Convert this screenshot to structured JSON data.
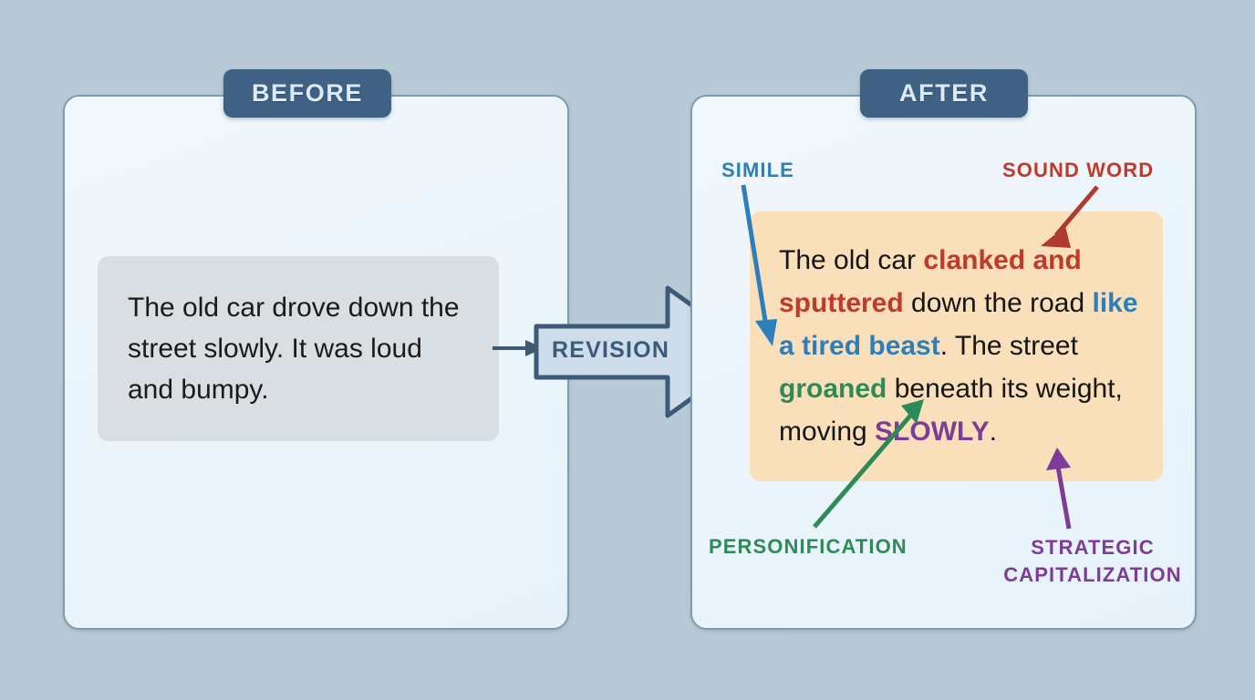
{
  "background_color": "#b9cad7",
  "panels": {
    "before": {
      "badge_label": "BEFORE",
      "text": "The old car drove down the street slowly. It was loud and bumpy."
    },
    "after": {
      "badge_label": "AFTER",
      "text_segments": [
        {
          "text": "The old car ",
          "style": "plain"
        },
        {
          "text": "clanked and sputtered",
          "style": "sound-word"
        },
        {
          "text": " down the road ",
          "style": "plain"
        },
        {
          "text": "like a tired beast",
          "style": "simile"
        },
        {
          "text": ". The street ",
          "style": "plain"
        },
        {
          "text": "groaned",
          "style": "personification"
        },
        {
          "text": " beneath its weight, moving ",
          "style": "plain"
        },
        {
          "text": "SLOWLY",
          "style": "strategic-capitalization"
        },
        {
          "text": ".",
          "style": "plain"
        }
      ]
    }
  },
  "transition": {
    "label": "REVISION"
  },
  "annotations": [
    {
      "id": "simile",
      "label": "SIMILE",
      "color": "#2c7fb8"
    },
    {
      "id": "sound-word",
      "label": "SOUND WORD",
      "color": "#c0392b"
    },
    {
      "id": "personification",
      "label": "PERSONIFICATION",
      "color": "#2e8b57"
    },
    {
      "id": "strategic-capitalization",
      "label_line1": "STRATEGIC",
      "label_line2": "CAPITALIZATION",
      "color": "#7d3c98"
    }
  ],
  "colors": {
    "badge_fill": "#3e6184",
    "badge_text": "#dbeaf6",
    "panel_fill": "#eef5fb",
    "panel_border": "#7f9bb0",
    "before_box_fill": "#d8dee2",
    "after_box_fill": "#fae0ba",
    "revision_fill": "#cdddea",
    "revision_stroke": "#3d5b78",
    "sound_word": "#c0392b",
    "simile": "#2c7fb8",
    "personification": "#2e8b57",
    "strategic_capitalization": "#7d3c98"
  }
}
